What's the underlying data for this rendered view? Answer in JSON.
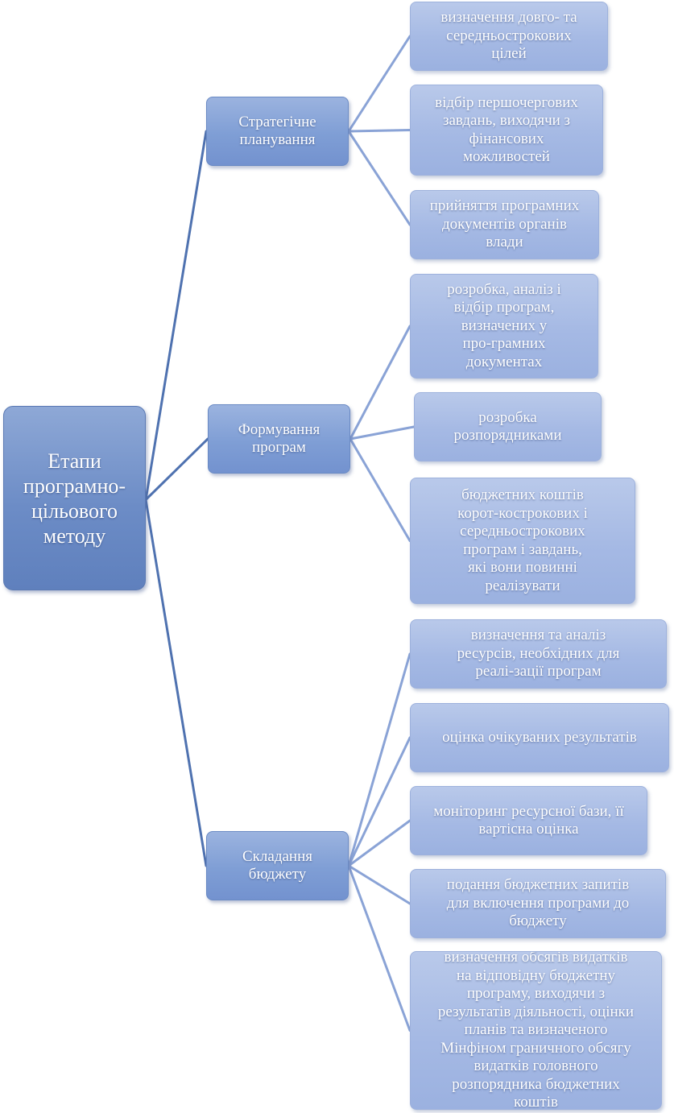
{
  "diagram": {
    "root": {
      "label": "Етапи\nпрограмно-\nцільового\nметоду"
    },
    "stages": [
      {
        "label": "Стратегічне\nпланування",
        "items": [
          "визначення довго- та\nсередньострокових\nцілей",
          "відбір першочергових\nзавдань, виходячи з\nфінансових\nможливостей",
          "прийняття програмних\nдокументів органів\nвлади"
        ]
      },
      {
        "label": "Формування\nпрограм",
        "items": [
          "розробка, аналіз і\nвідбір програм,\nвизначених у\nпро-грамних\nдокументах",
          "розробка\nрозпорядниками",
          "бюджетних коштів\nкорот-костро­кових і\nсередньострокових\nпрограм і завдань,\nякі вони повинні\nреалізувати"
        ]
      },
      {
        "label": "Складання\nбюджету",
        "items": [
          "визначення та аналіз\nресурсів, необхідних для\nреалі-зації програм",
          "оцінка очікуваних результатів",
          "моніторинг ресурсної бази, її\nвартісна оцінка",
          "подання бюджетних запитів\nдля включення програми до\nбюджету",
          "визначення обсягів видатків\nна відповідну бюджетну\nпрограму, виходячи з\nрезультатів діяльності, оцінки\nпланів та визначеного\nМінфіном граничного обсягу\nвидатків головного\nрозпорядника бюджетних\nкоштів"
        ]
      }
    ]
  },
  "colors": {
    "root_connector": "#4f72b0",
    "leaf_connector": "#8aa3d6"
  }
}
